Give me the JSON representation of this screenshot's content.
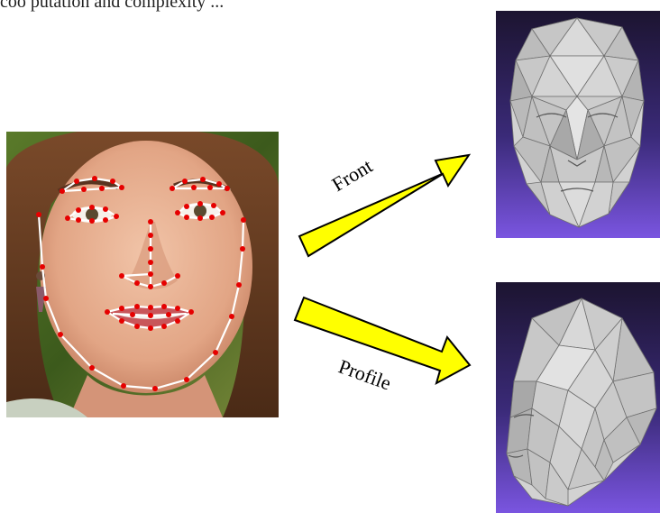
{
  "caption_fragment": "coo  putation  and  complexity  ...",
  "labels": {
    "front": "Front",
    "profile": "Profile"
  },
  "colors": {
    "arrow_fill": "#ffff00",
    "arrow_stroke": "#000000",
    "landmark_point": "#e60000",
    "landmark_line": "#ffffff",
    "mesh_face": "#cfcfcf",
    "mesh_edge": "#6f6f6f",
    "mesh_background_top": "#1c1430",
    "mesh_background_bottom": "#7a55e0"
  },
  "icons": {
    "front_arrow": "arrow-right-up",
    "profile_arrow": "arrow-right-down"
  }
}
